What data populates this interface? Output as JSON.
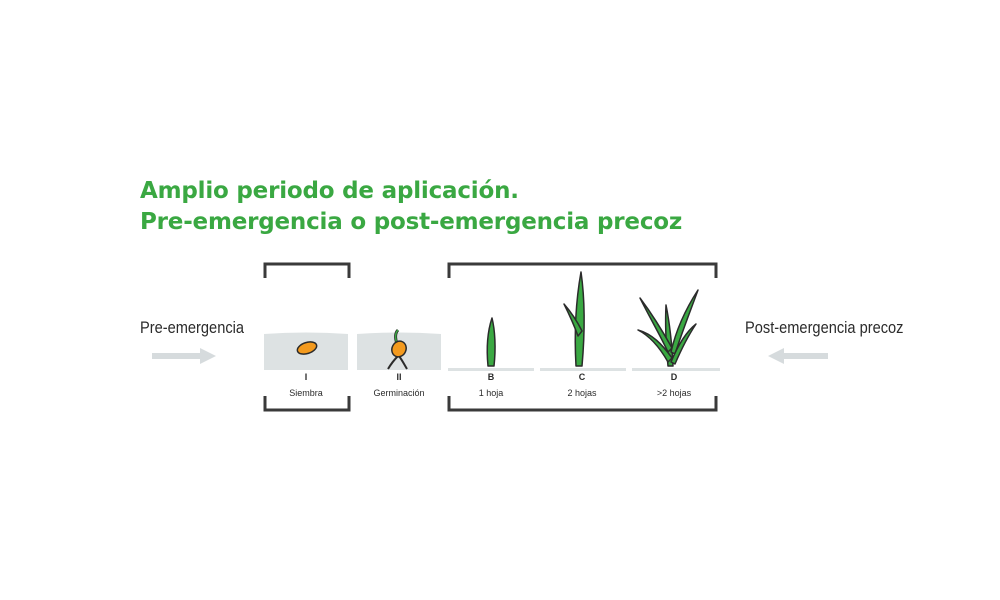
{
  "title": {
    "line1": "Amplio periodo de aplicación.",
    "line2": "Pre-emergencia o post-emergencia precoz"
  },
  "pre_label": "Pre-emergencia",
  "post_label": "Post-emergencia precoz",
  "stages": [
    {
      "code": "I",
      "name": "Siembra"
    },
    {
      "code": "II",
      "name": "Germinación"
    },
    {
      "code": "B",
      "name": "1 hoja"
    },
    {
      "code": "C",
      "name": "2 hojas"
    },
    {
      "code": "D",
      "name": ">2 hojas"
    }
  ],
  "colors": {
    "title": "#3aa842",
    "bracket": "#3a3a3a",
    "soil": "#dde2e3",
    "arrow": "#d6dbdd",
    "leaf": "#3aa842",
    "seed": "#f39a1e"
  }
}
